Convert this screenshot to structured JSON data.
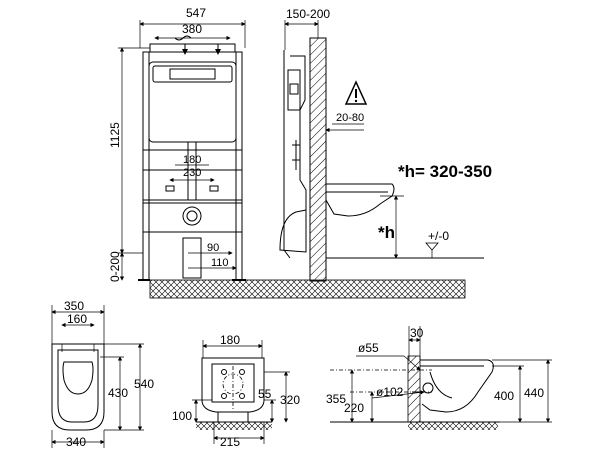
{
  "dims": {
    "d547": "547",
    "d380": "380",
    "d150_200": "150-200",
    "d1125": "1125",
    "d180_top": "180",
    "d230": "230",
    "d90": "90",
    "d110": "110",
    "d0_200": "0-200",
    "d20_80": "20-80",
    "h_formula": "*h= 320-350",
    "h_star": "*h",
    "tol": "+/-0",
    "d350": "350",
    "d160": "160",
    "d430": "430",
    "d540": "540",
    "d340": "340",
    "d180_mid": "180",
    "d55": "55",
    "d320": "320",
    "d100": "100",
    "d215": "215",
    "d30": "30",
    "dia55": "ø55",
    "dia102": "ø102",
    "d355": "355",
    "d220": "220",
    "d400": "400",
    "d440": "440"
  }
}
